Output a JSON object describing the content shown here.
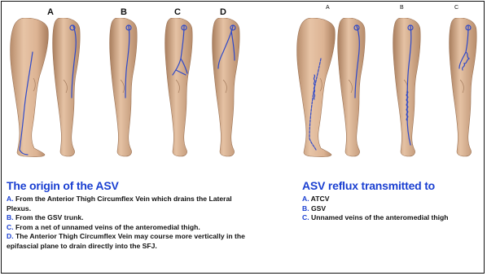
{
  "left_panel": {
    "letters": [
      "A",
      "B",
      "C",
      "D"
    ],
    "title": "The origin of the ASV",
    "items": [
      {
        "key": "A.",
        "text": "From the Anterior Thigh Circumflex Vein which drains the Lateral Plexus."
      },
      {
        "key": "B.",
        "text": "From the GSV trunk."
      },
      {
        "key": "C.",
        "text": "From a net of unnamed veins of the anteromedial thigh."
      },
      {
        "key": "D.",
        "text": "The Anterior Thigh Circumflex Vein may course more vertically in the epifascial plane to drain directly into the SFJ."
      }
    ]
  },
  "right_panel": {
    "letters": [
      "A",
      "B",
      "C"
    ],
    "title": "ASV reflux transmitted to",
    "items": [
      {
        "key": "A.",
        "text": "ATCV"
      },
      {
        "key": "B.",
        "text": "GSV"
      },
      {
        "key": "C.",
        "text": "Unnamed veins of the anteromedial thigh"
      }
    ]
  },
  "colors": {
    "accent_blue": "#1a3fd1",
    "vein_blue": "#2f49c9",
    "skin": "#ddb89a",
    "skin_shadow": "#b88d6c",
    "border": "#111111"
  }
}
